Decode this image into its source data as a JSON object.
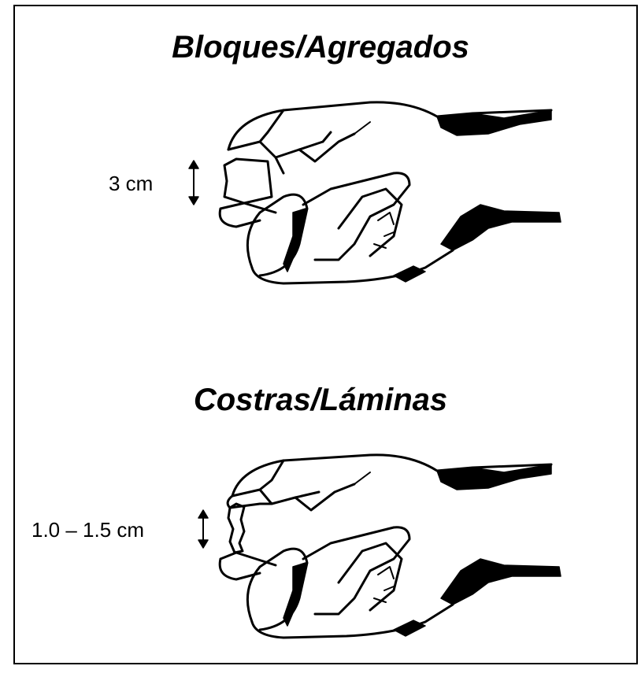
{
  "panels": [
    {
      "title": "Bloques/Agregados",
      "dimension": "3 cm"
    },
    {
      "title": "Costras/Láminas",
      "dimension": "1.0 – 1.5 cm"
    }
  ],
  "colors": {
    "ink": "#000000",
    "background": "#ffffff"
  }
}
